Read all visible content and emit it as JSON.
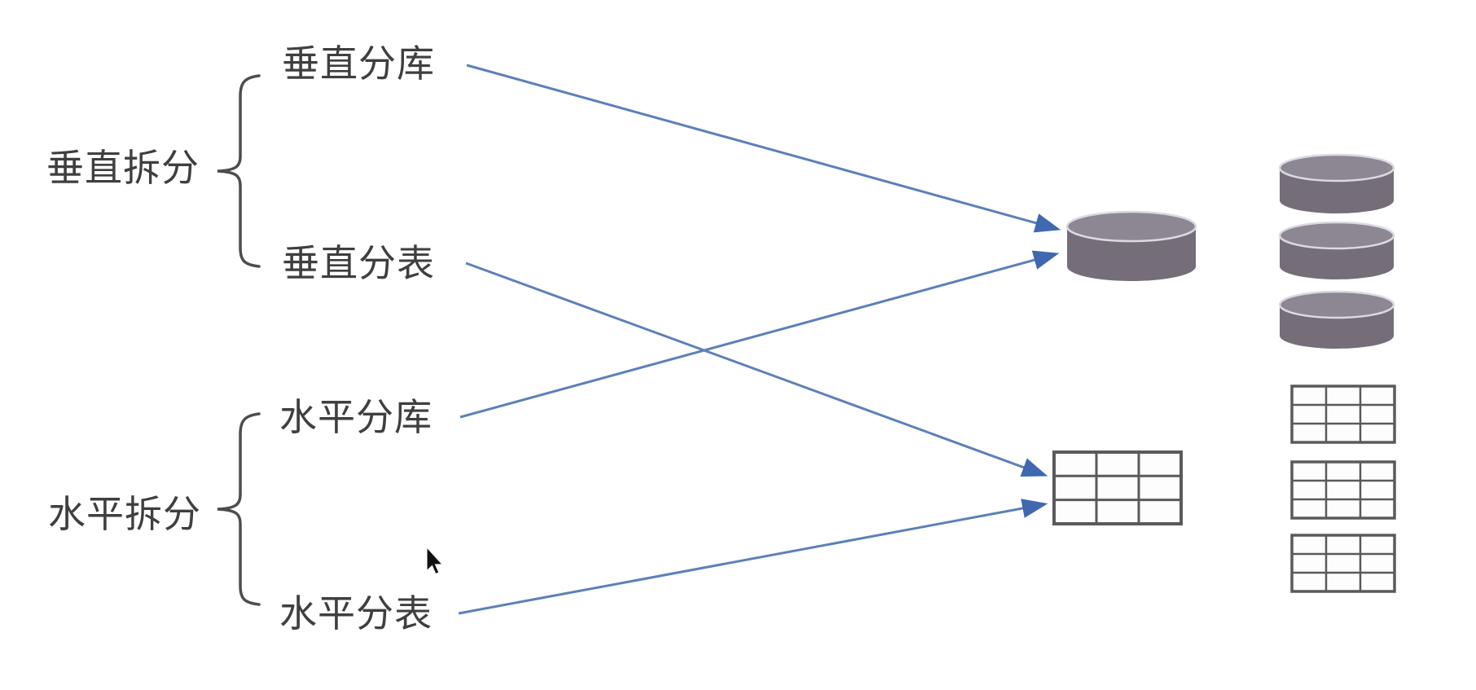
{
  "colors": {
    "background": "#ffffff",
    "text_color": "#3f3f3f",
    "brace": "#4d4d4d",
    "arrow": "#5d80b8",
    "arrowhead": "#3f68b0",
    "cylinder_body": "#756e79",
    "cylinder_top": "#8d8794",
    "cylinder_rim": "#dcdae0",
    "table_border": "#5a5a5a",
    "table_fill": "#fdfdfd"
  },
  "diagram": {
    "groups": [
      {
        "label": "垂直拆分",
        "children": [
          {
            "label": "垂直分库",
            "target": "database"
          },
          {
            "label": "垂直分表",
            "target": "table"
          }
        ]
      },
      {
        "label": "水平拆分",
        "children": [
          {
            "label": "水平分库",
            "target": "database"
          },
          {
            "label": "水平分表",
            "target": "table"
          }
        ]
      }
    ],
    "targets": [
      {
        "id": "database",
        "icon": "database-cylinder-icon",
        "right_column_count": 3
      },
      {
        "id": "table",
        "icon": "table-grid-icon",
        "right_column_count": 3
      }
    ],
    "arrows": [
      {
        "from": "垂直分库",
        "to": "database"
      },
      {
        "from": "垂直分表",
        "to": "table"
      },
      {
        "from": "水平分库",
        "to": "database"
      },
      {
        "from": "水平分表",
        "to": "table"
      }
    ]
  }
}
